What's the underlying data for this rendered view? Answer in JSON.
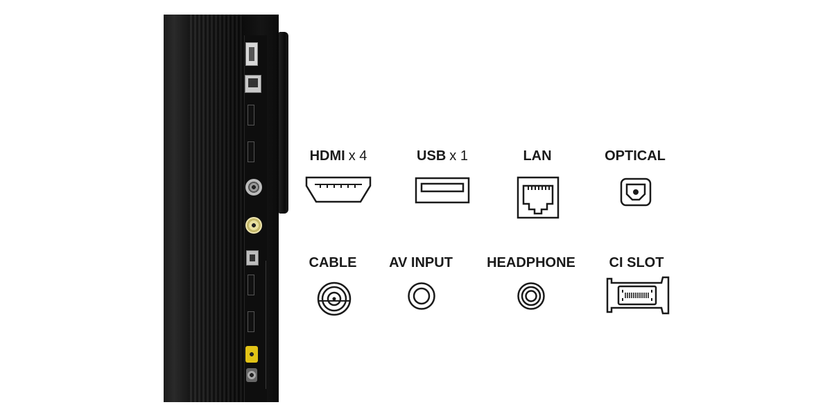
{
  "connectors": [
    {
      "icon": "hdmi-icon",
      "label": "HDMI",
      "multiplier": "x 4"
    },
    {
      "icon": "usb-icon",
      "label": "USB",
      "multiplier": "x 1"
    },
    {
      "icon": "lan-icon",
      "label": "LAN"
    },
    {
      "icon": "optical-icon",
      "label": "OPTICAL"
    },
    {
      "icon": "cable-icon",
      "label": "CABLE"
    },
    {
      "icon": "av-input-icon",
      "label": "AV INPUT"
    },
    {
      "icon": "headphone-icon",
      "label": "HEADPHONE"
    },
    {
      "icon": "ci-slot-icon",
      "label": "CI SLOT"
    }
  ],
  "colors": {
    "background": "#ffffff",
    "text": "#1a1a1a",
    "icon_stroke": "#1a1a1a",
    "tv_body": "#1a1a1a",
    "av_port_yellow": "#e2c316"
  }
}
